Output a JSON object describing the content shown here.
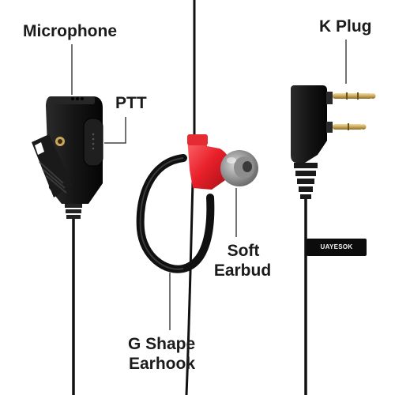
{
  "labels": {
    "microphone": "Microphone",
    "ptt": "PTT",
    "k_plug": "K Plug",
    "soft": "Soft",
    "earbud": "Earbud",
    "g_shape": "G Shape",
    "earhook": "Earhook"
  },
  "brand_tag": "UAYESOK",
  "colors": {
    "cable": "#111111",
    "earbud_red": "#e8202a",
    "pin_gold": "#c9a85a",
    "label_text": "#1b1b1b"
  }
}
